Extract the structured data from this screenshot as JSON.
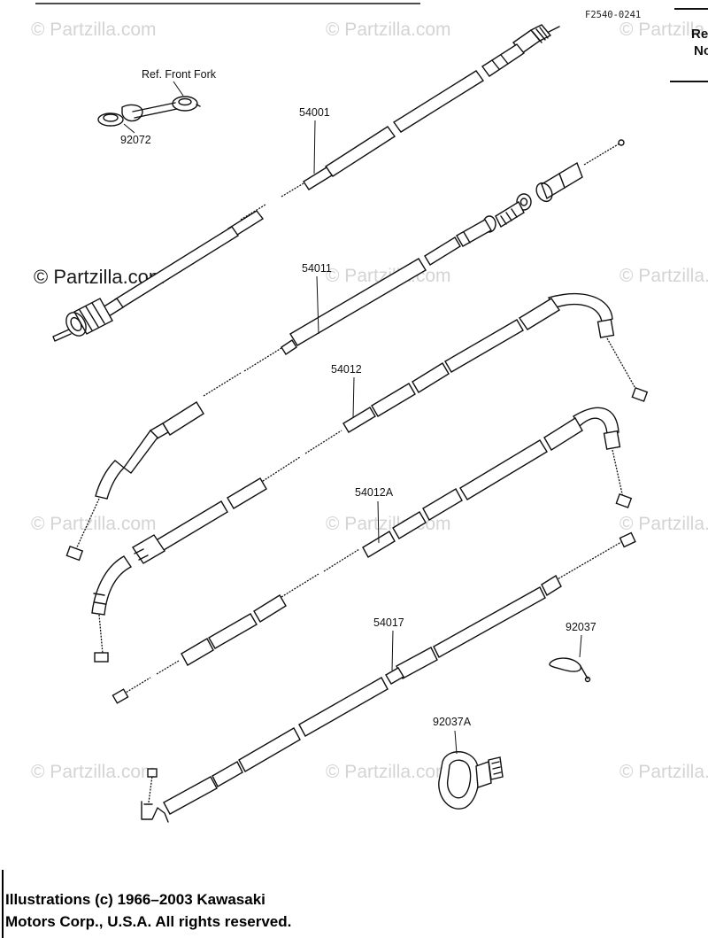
{
  "diagram_code": "F2540-0241",
  "header_fragment": {
    "line1": "Re",
    "line2": "No"
  },
  "watermark": "© Partzilla.com",
  "watermark_dark": "© Partzilla.com",
  "reference_note": "Ref. Front Fork",
  "parts": {
    "p92072": "92072",
    "p54001": "54001",
    "p54011": "54011",
    "p54012": "54012",
    "p54012A": "54012A",
    "p54017": "54017",
    "p92037": "92037",
    "p92037A": "92037A"
  },
  "copyright": {
    "line1": "Illustrations (c) 1966–2003 Kawasaki",
    "line2": "Motors Corp., U.S.A.  All rights reserved."
  }
}
